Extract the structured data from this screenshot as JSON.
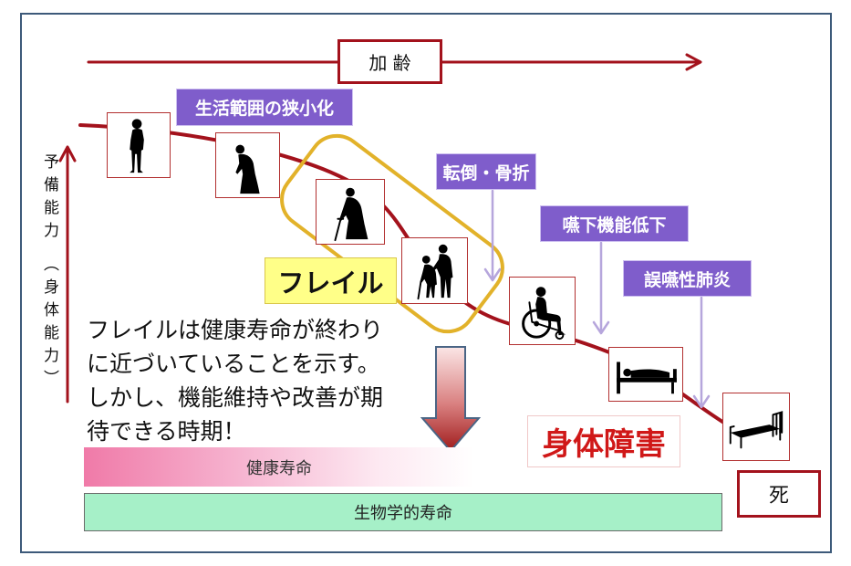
{
  "colors": {
    "frame": "#3d5a7a",
    "accent_red": "#a3121c",
    "label_purple": "#7f5dcb",
    "arrow_lavender": "#b6a6dc",
    "frailty_outline_yellow": "#e2b22a",
    "frailty_fill": "#ffff88",
    "disability_red": "#d01818",
    "health_span_pink": "#f07aa8",
    "lifespan_green": "#a6f0c8"
  },
  "aging_arrow": {
    "label": "加 齢"
  },
  "y_axis": {
    "label": "予備能力",
    "sub_label": "（身体能力）"
  },
  "stage_labels": [
    "生活範囲の狭小化",
    "転倒・骨折",
    "嚥下機能低下",
    "誤嚥性肺炎"
  ],
  "figure_icons": [
    "standing-elder-icon",
    "bent-elder-icon",
    "elder-with-cane-icon",
    "assisted-walking-icon",
    "wheelchair-icon",
    "bedridden-person-icon",
    "empty-bed-icon"
  ],
  "frailty": {
    "label": "フレイル"
  },
  "message": {
    "lines": [
      "フレイルは健康寿命が終わり",
      "に近づいていることを示す。",
      "しかし、機能維持や改善が期",
      "待できる時期！"
    ]
  },
  "disability": {
    "label": "身体障害"
  },
  "health_span": {
    "label": "健康寿命"
  },
  "lifespan": {
    "label": "生物学的寿命"
  },
  "death": {
    "label": "死"
  }
}
